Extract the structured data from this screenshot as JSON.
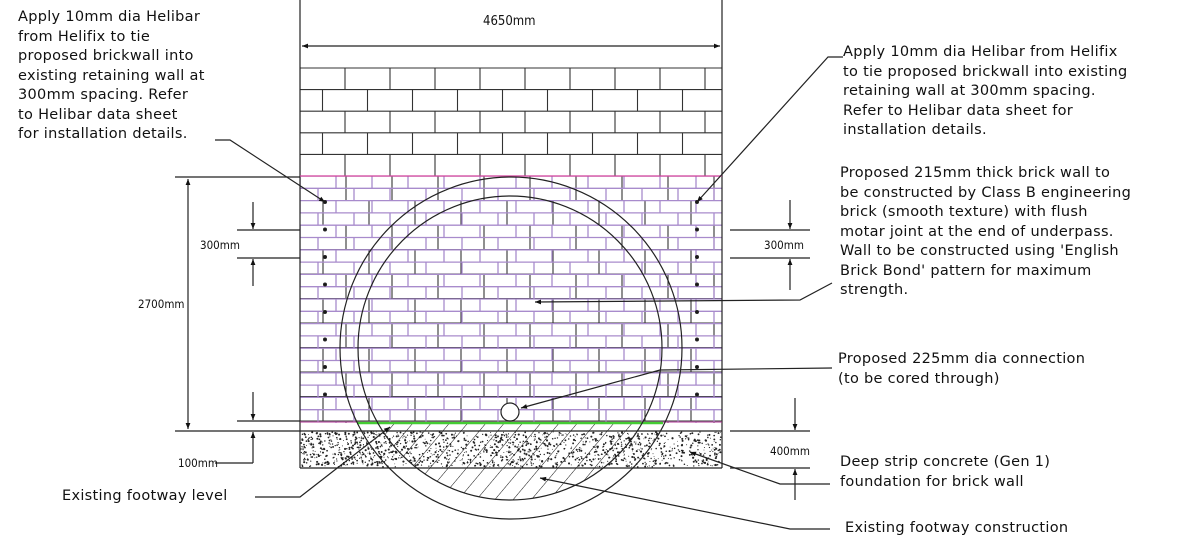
{
  "notes": {
    "helibar_left": [
      "Apply 10mm dia Helibar",
      "from Helifix to tie",
      "proposed brickwall into",
      "existing retaining wall at",
      "300mm spacing. Refer",
      "to Helibar data sheet",
      "for installation details."
    ],
    "helibar_right": [
      "Apply 10mm dia Helibar from Helifix",
      "to tie proposed brickwall into existing",
      "retaining wall at 300mm spacing.",
      "Refer to Helibar data sheet for",
      "installation details."
    ],
    "brick_wall": [
      "Proposed 215mm thick brick wall to",
      "be constructed by Class B engineering",
      "brick (smooth texture) with flush",
      "motar joint at the end of underpass.",
      "Wall to be constructed using 'English",
      "Brick Bond' pattern for maximum",
      "strength."
    ],
    "connection": [
      "Proposed 225mm dia connection",
      "(to be cored through)"
    ],
    "foundation": [
      "Deep strip concrete (Gen 1)",
      "foundation for brick wall"
    ],
    "footway_level": "Existing footway level",
    "footway_construction": "Existing footway construction"
  },
  "dimensions": {
    "width": "4650mm",
    "height": "2700mm",
    "spacing_left": "300mm",
    "spacing_right": "300mm",
    "kerb": "100mm",
    "foundation_depth": "400mm"
  },
  "colors": {
    "line": "#222222",
    "brick": "#a88bcc",
    "pink": "#d0409a",
    "green": "#44cc33"
  }
}
